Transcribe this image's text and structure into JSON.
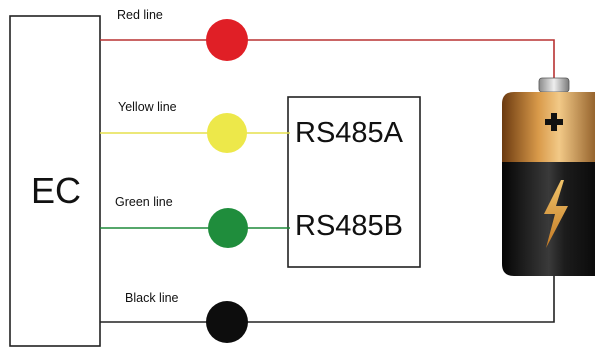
{
  "ec_box": {
    "label": "EC"
  },
  "rs485_box": {
    "label_a": "RS485A",
    "label_b": "RS485B"
  },
  "wires": [
    {
      "id": "red",
      "label": "Red line",
      "color": "#d62828"
    },
    {
      "id": "yellow",
      "label": "Yellow line",
      "color": "#e9e04a"
    },
    {
      "id": "green",
      "label": "Green line",
      "color": "#1e8a3a"
    },
    {
      "id": "black",
      "label": "Black line",
      "color": "#111111"
    }
  ],
  "battery": {
    "plus_icon": "plus-icon",
    "bolt_icon": "lightning-bolt-icon"
  }
}
